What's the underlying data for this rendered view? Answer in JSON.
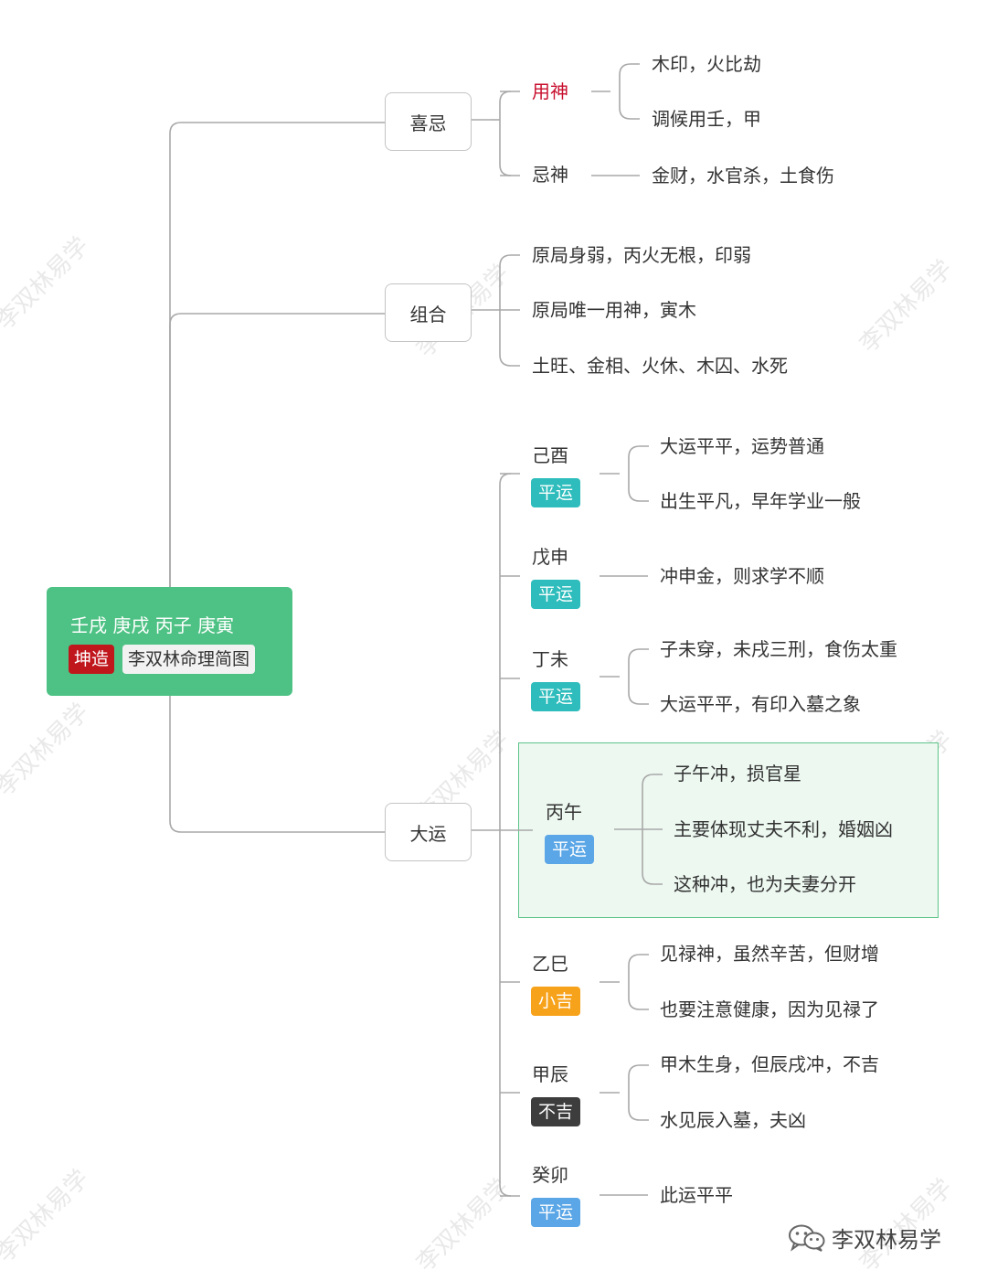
{
  "root": {
    "title": "壬戌 庚戌 丙子 庚寅",
    "tag": "坤造",
    "name": "李双林命理简图"
  },
  "xiji": {
    "label": "喜忌",
    "yongshen": {
      "label": "用神",
      "items": [
        "木印，火比劫",
        "调候用壬，甲"
      ]
    },
    "jishen": {
      "label": "忌神",
      "items": [
        "金财，水官杀，土食伤"
      ]
    }
  },
  "zuhe": {
    "label": "组合",
    "items": [
      "原局身弱，丙火无根，印弱",
      "原局唯一用神，寅木",
      "土旺、金相、火休、木囚、水死"
    ]
  },
  "dayun": {
    "label": "大运",
    "periods": [
      {
        "name": "己酉",
        "badge": "平运",
        "color": "#2ebcbc",
        "notes": [
          "大运平平，运势普通",
          "出生平凡，早年学业一般"
        ]
      },
      {
        "name": "戊申",
        "badge": "平运",
        "color": "#2ebcbc",
        "notes": [
          "冲申金，则求学不顺"
        ]
      },
      {
        "name": "丁未",
        "badge": "平运",
        "color": "#2ebcbc",
        "notes": [
          "子未穿，未戌三刑，食伤太重",
          "大运平平，有印入墓之象"
        ]
      },
      {
        "name": "丙午",
        "badge": "平运",
        "color": "#5aa6e6",
        "notes": [
          "子午冲，损官星",
          "主要体现丈夫不利，婚姻凶",
          "这种冲，也为夫妻分开"
        ]
      },
      {
        "name": "乙巳",
        "badge": "小吉",
        "color": "#f7a21b",
        "notes": [
          "见禄神，虽然辛苦，但财增",
          "也要注意健康，因为见禄了"
        ]
      },
      {
        "name": "甲辰",
        "badge": "不吉",
        "color": "#3d3d3d",
        "notes": [
          "甲木生身，但辰戌冲，不吉",
          "水见辰入墓，夫凶"
        ]
      },
      {
        "name": "癸卯",
        "badge": "平运",
        "color": "#5aa6e6",
        "notes": [
          "此运平平"
        ]
      }
    ]
  },
  "watermark": "李双林易学",
  "brand": {
    "text": "李双林易学",
    "icon": "wechat-icon"
  },
  "colors": {
    "root_bg": "#4ec284",
    "red_tag": "#c0171d",
    "yongshen_text": "#c8102e",
    "highlight_border": "#5cc489"
  }
}
